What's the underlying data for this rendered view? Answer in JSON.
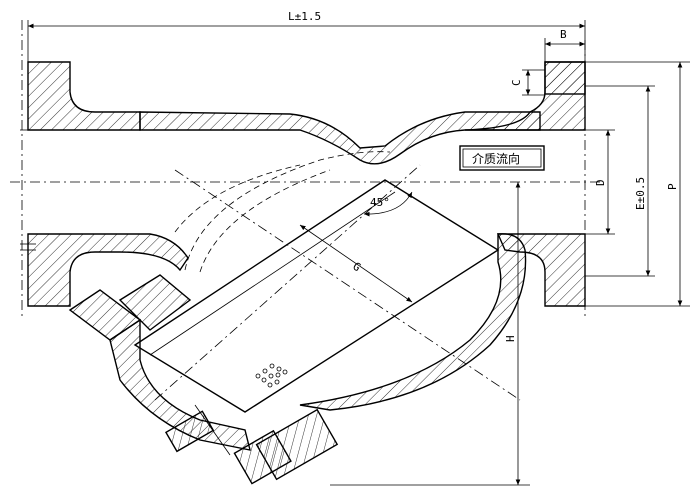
{
  "dimensions": {
    "length": "L±1.5",
    "flange_thickness": "B",
    "raised_face": "C",
    "bore": "D",
    "bolt_circle": "E±0.5",
    "outer_diameter": "P",
    "screen_length": "G",
    "height": "H",
    "angle": "45°"
  },
  "flow_label": "介质流向"
}
